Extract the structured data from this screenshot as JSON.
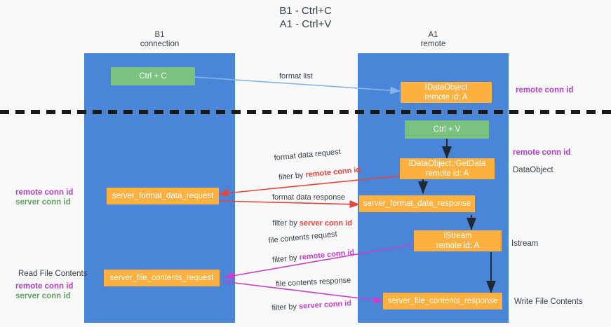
{
  "title": "B1 - Ctrl+C\nA1 - Ctrl+V",
  "columns": {
    "left": {
      "name": "B1",
      "role": "connection",
      "label": "B1\nconnection"
    },
    "right": {
      "name": "A1",
      "role": "remote",
      "label": "A1\nremote"
    }
  },
  "nodes": {
    "ctrl_c": {
      "line1": "Ctrl + C",
      "line2": "",
      "color": "#7ac27f"
    },
    "idataobject": {
      "line1": "IDataObject",
      "line2": "remote id: A",
      "color": "#fbb040"
    },
    "ctrl_v": {
      "line1": "Ctrl + V",
      "line2": "",
      "color": "#7ac27f"
    },
    "getdata": {
      "line1": "IDataObject::GetData",
      "line2": "remote id: A",
      "color": "#fbb040"
    },
    "format_req": {
      "line1": "server_format_data_request",
      "line2": "",
      "color": "#fbb040"
    },
    "format_resp": {
      "line1": "server_format_data_response",
      "line2": "",
      "color": "#fbb040"
    },
    "istream": {
      "line1": "IStream",
      "line2": "remote id: A",
      "color": "#fbb040"
    },
    "file_req": {
      "line1": "server_file_contents_request",
      "line2": "",
      "color": "#fbb040"
    },
    "file_resp": {
      "line1": "server_file_contents_response",
      "line2": "",
      "color": "#fbb040"
    }
  },
  "edge_labels": {
    "format_list": "format list",
    "format_data_request": "format data request",
    "format_data_request_filter_prefix": "filter by ",
    "format_data_request_filter_key": "remote conn id",
    "format_data_response": "format data response",
    "format_data_response_filter_prefix": "filter by ",
    "format_data_response_filter_key": "server conn id",
    "file_contents_request": "file contents request",
    "file_contents_request_filter_prefix": "filter by ",
    "file_contents_request_filter_key": "remote conn id",
    "file_contents_response": "file contents response",
    "file_contents_response_filter_prefix": "filter by ",
    "file_contents_response_filter_key": "server conn id"
  },
  "annotations": {
    "right_top_remote_conn_id": "remote conn id",
    "right_mid_remote_conn_id": "remote conn id",
    "right_dataobject": "DataObject",
    "right_istream": "Istream",
    "right_write_file_contents": "Write File Contents",
    "left_remote_conn_id": "remote conn id",
    "left_server_conn_id": "server conn id",
    "left_read_file_contents": "Read File Contents",
    "left_remote_conn_id_2": "remote conn id",
    "left_server_conn_id_2": "server conn id"
  },
  "colors": {
    "lane": "#4a86d8",
    "green_node": "#7ac27f",
    "orange_node": "#fbb040",
    "purple_text": "#b03fc4",
    "green_text": "#5fa463",
    "red_arrow": "#e8453c",
    "magenta_arrow": "#c940c9",
    "blue_arrow": "#86b5e8",
    "background": "#f8f8f8",
    "divider": "#1a1a1a"
  }
}
